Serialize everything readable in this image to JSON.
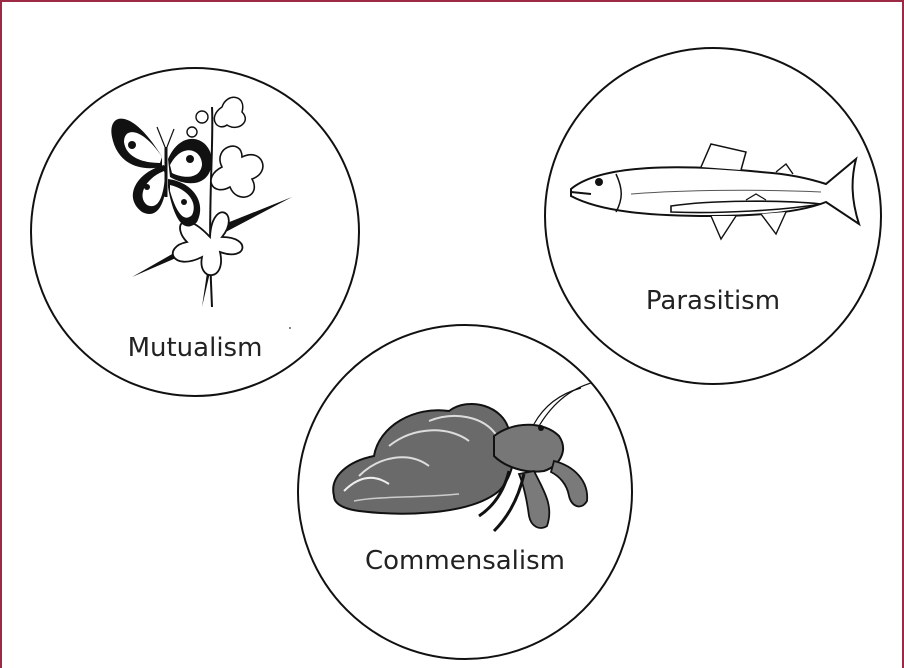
{
  "diagram": {
    "border_color": "#9c2a44",
    "items": [
      {
        "id": "mutualism",
        "label": "Mutualism",
        "icon": "butterfly-on-flower-icon"
      },
      {
        "id": "parasitism",
        "label": "Parasitism",
        "icon": "fish-with-lamprey-icon"
      },
      {
        "id": "commensalism",
        "label": "Commensalism",
        "icon": "hermit-crab-icon"
      }
    ]
  }
}
